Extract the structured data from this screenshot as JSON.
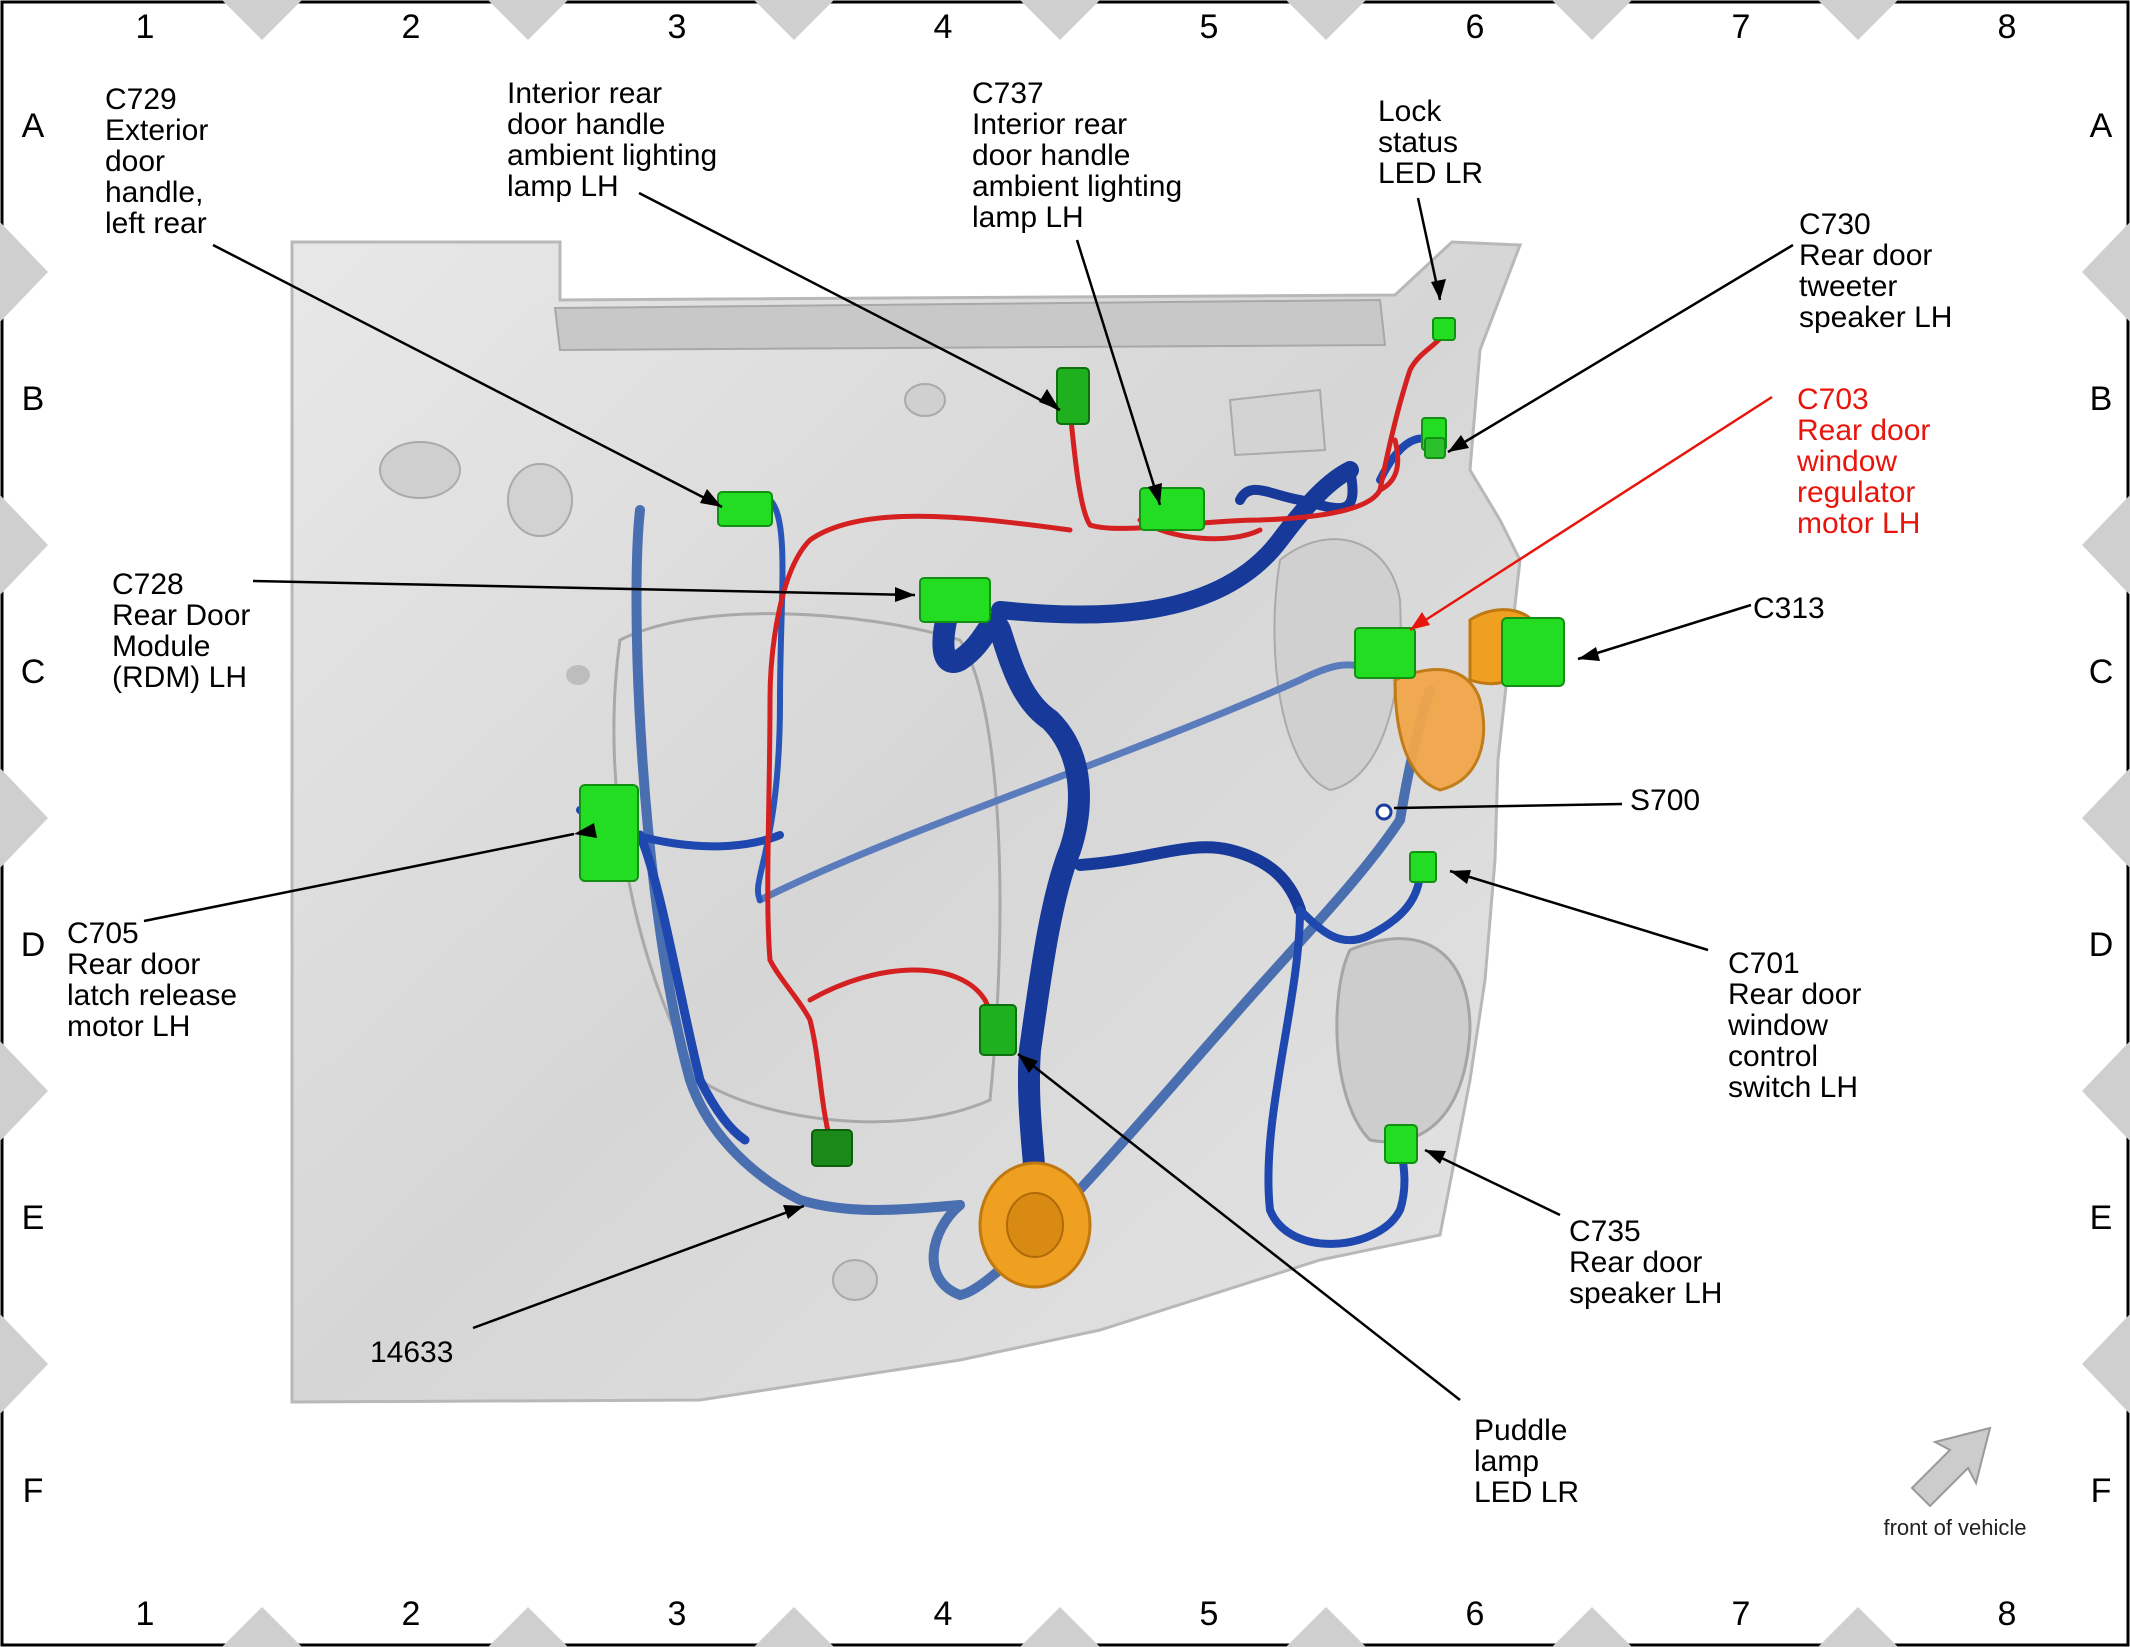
{
  "grid": {
    "columns": [
      "1",
      "2",
      "3",
      "4",
      "5",
      "6",
      "7",
      "8"
    ],
    "rows": [
      "A",
      "B",
      "C",
      "D",
      "E",
      "F"
    ]
  },
  "callouts": [
    {
      "id": "c729",
      "lines": [
        "C729",
        "Exterior",
        "door",
        "handle,",
        "left rear"
      ]
    },
    {
      "id": "interior-lamp-label",
      "lines": [
        "Interior rear",
        "door handle",
        "ambient lighting",
        "lamp LH"
      ]
    },
    {
      "id": "c737",
      "lines": [
        "C737",
        "Interior rear",
        "door handle",
        "ambient lighting",
        "lamp LH"
      ]
    },
    {
      "id": "lock-status",
      "lines": [
        "Lock",
        "status",
        "LED LR"
      ]
    },
    {
      "id": "c730",
      "lines": [
        "C730",
        "Rear door",
        "tweeter",
        "speaker LH"
      ]
    },
    {
      "id": "c703",
      "lines": [
        "C703",
        "Rear door",
        "window",
        "regulator",
        "motor LH"
      ],
      "highlighted": true
    },
    {
      "id": "c313",
      "lines": [
        "C313"
      ]
    },
    {
      "id": "c728",
      "lines": [
        "C728",
        "Rear Door",
        "Module",
        "(RDM) LH"
      ]
    },
    {
      "id": "s700",
      "lines": [
        "S700"
      ]
    },
    {
      "id": "c705",
      "lines": [
        "C705",
        "Rear door",
        "latch release",
        "motor LH"
      ]
    },
    {
      "id": "c701",
      "lines": [
        "C701",
        "Rear door",
        "window",
        "control",
        "switch LH"
      ]
    },
    {
      "id": "c735",
      "lines": [
        "C735",
        "Rear door",
        "speaker LH"
      ]
    },
    {
      "id": "harness-14633",
      "lines": [
        "14633"
      ]
    },
    {
      "id": "puddle-lamp",
      "lines": [
        "Puddle",
        "lamp",
        "LED LR"
      ]
    }
  ],
  "orientation": {
    "label": "front of vehicle",
    "icon": "arrow-icon"
  },
  "colors": {
    "highlight_text": "#e8150d",
    "connector": "#22dd22",
    "connector_dark": "#1a8a1a",
    "harness_main": "#1a3f9e",
    "harness_secondary": "#d42020",
    "grommet": "#f0a020",
    "door_panel": "#dcdcdc"
  }
}
